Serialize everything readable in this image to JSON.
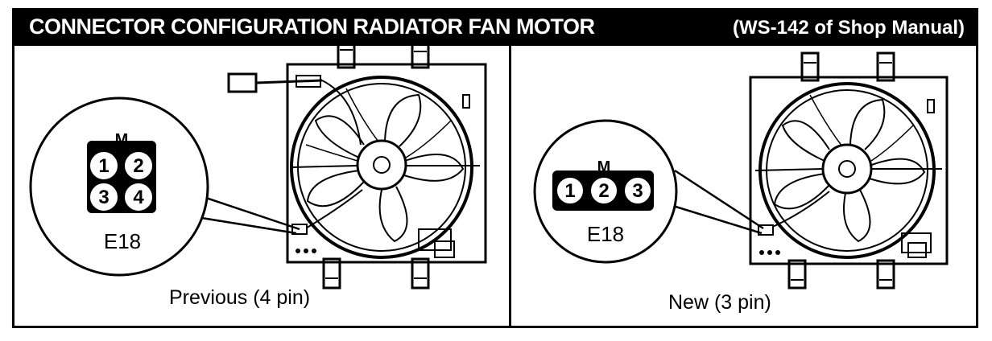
{
  "title": "CONNECTOR CONFIGURATION RADIATOR FAN MOTOR",
  "reference": "(WS-142 of Shop Manual)",
  "panels": [
    {
      "caption": "Previous (4 pin)",
      "connector": "E18",
      "key_mark": "M",
      "pins": [
        "1",
        "2",
        "3",
        "4"
      ]
    },
    {
      "caption": "New (3 pin)",
      "connector": "E18",
      "key_mark": "M",
      "pins": [
        "1",
        "2",
        "3"
      ]
    }
  ]
}
